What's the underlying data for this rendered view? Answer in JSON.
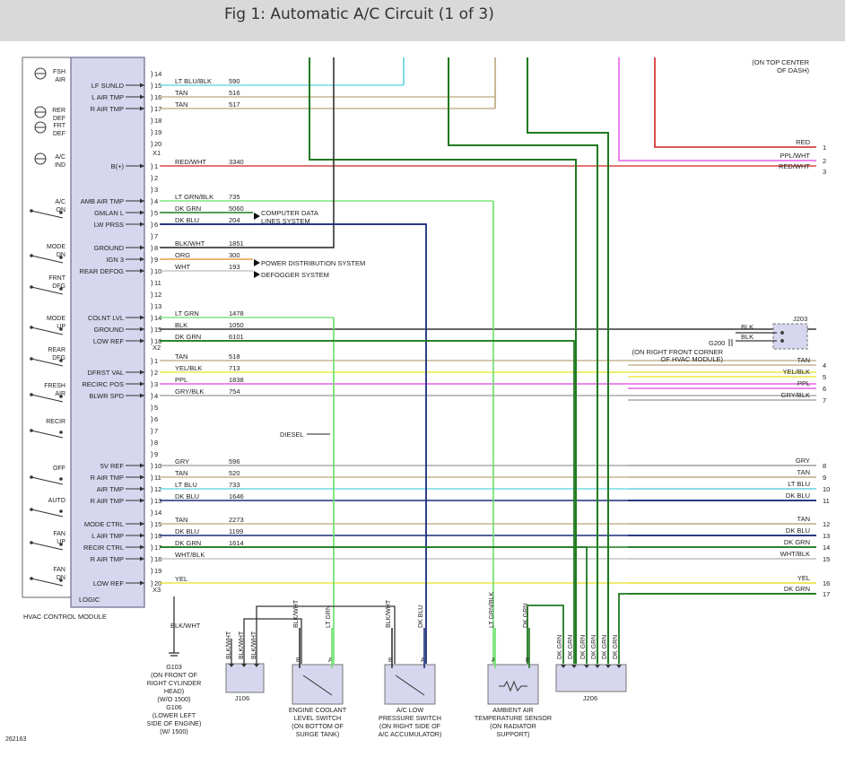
{
  "header": {
    "title": "Fig 1: Automatic A/C Circuit (1 of 3)"
  },
  "module": {
    "name": "HVAC CONTROL MODULE",
    "logic": "LOGIC",
    "connectors": [
      "X1",
      "X2",
      "X3"
    ],
    "switches": [
      {
        "top": "FSH",
        "bottom": "AIR"
      },
      {
        "top": "RER",
        "bottom": "DEF"
      },
      {
        "top": "FRT",
        "bottom": "DEF"
      },
      {
        "top": "A/C",
        "bottom": "IND"
      },
      {
        "top": "A/C",
        "bottom": "ON"
      },
      {
        "top": "MODE",
        "bottom": "DN"
      },
      {
        "top": "FRNT",
        "bottom": "DFG"
      },
      {
        "top": "MODE",
        "bottom": "UP"
      },
      {
        "top": "REAR",
        "bottom": "DFG"
      },
      {
        "top": "FRESH",
        "bottom": "AIR"
      },
      {
        "top": "RECIR",
        "bottom": ""
      },
      {
        "top": "OFF",
        "bottom": ""
      },
      {
        "top": "AUTO",
        "bottom": ""
      },
      {
        "top": "FAN",
        "bottom": "UP"
      },
      {
        "top": "FAN",
        "bottom": "DN"
      }
    ]
  },
  "pins": [
    {
      "num": "14",
      "label": "",
      "color_name": "",
      "circuit": ""
    },
    {
      "num": "15",
      "label": "LF SUNLD",
      "color_name": "LT BLU/BLK",
      "circuit": "590"
    },
    {
      "num": "16",
      "label": "L AIR TMP",
      "color_name": "TAN",
      "circuit": "516"
    },
    {
      "num": "17",
      "label": "R AIR TMP",
      "color_name": "TAN",
      "circuit": "517"
    },
    {
      "num": "18",
      "label": "",
      "color_name": "",
      "circuit": ""
    },
    {
      "num": "19",
      "label": "",
      "color_name": "",
      "circuit": ""
    },
    {
      "num": "20",
      "label": "",
      "color_name": "",
      "circuit": ""
    },
    {
      "num": "1",
      "label": "B(+)",
      "color_name": "RED/WHT",
      "circuit": "3340"
    },
    {
      "num": "2",
      "label": "",
      "color_name": "",
      "circuit": ""
    },
    {
      "num": "3",
      "label": "",
      "color_name": "",
      "circuit": ""
    },
    {
      "num": "4",
      "label": "AMB AIR TMP",
      "color_name": "LT GRN/BLK",
      "circuit": "735"
    },
    {
      "num": "5",
      "label": "GMLAN L",
      "color_name": "DK GRN",
      "circuit": "5060"
    },
    {
      "num": "6",
      "label": "LW PRSS",
      "color_name": "DK BLU",
      "circuit": "204"
    },
    {
      "num": "7",
      "label": "",
      "color_name": "",
      "circuit": ""
    },
    {
      "num": "8",
      "label": "GROUND",
      "color_name": "BLK/WHT",
      "circuit": "1851"
    },
    {
      "num": "9",
      "label": "IGN 3",
      "color_name": "ORG",
      "circuit": "300"
    },
    {
      "num": "10",
      "label": "REAR DEFOG",
      "color_name": "WHT",
      "circuit": "193"
    },
    {
      "num": "11",
      "label": "",
      "color_name": "",
      "circuit": ""
    },
    {
      "num": "12",
      "label": "",
      "color_name": "",
      "circuit": ""
    },
    {
      "num": "13",
      "label": "",
      "color_name": "",
      "circuit": ""
    },
    {
      "num": "14",
      "label": "COLNT LVL",
      "color_name": "LT GRN",
      "circuit": "1478"
    },
    {
      "num": "15",
      "label": "GROUND",
      "color_name": "BLK",
      "circuit": "1050"
    },
    {
      "num": "16",
      "label": "LOW REF",
      "color_name": "DK GRN",
      "circuit": "6101"
    },
    {
      "num": "1",
      "label": "",
      "color_name": "TAN",
      "circuit": "518"
    },
    {
      "num": "2",
      "label": "DFRST VAL",
      "color_name": "YEL/BLK",
      "circuit": "713"
    },
    {
      "num": "3",
      "label": "RECIRC POS",
      "color_name": "PPL",
      "circuit": "1838"
    },
    {
      "num": "4",
      "label": "BLWR SPD",
      "color_name": "GRY/BLK",
      "circuit": "754"
    },
    {
      "num": "5",
      "label": "",
      "color_name": "",
      "circuit": ""
    },
    {
      "num": "6",
      "label": "",
      "color_name": "",
      "circuit": ""
    },
    {
      "num": "7",
      "label": "",
      "color_name": "",
      "circuit": ""
    },
    {
      "num": "8",
      "label": "",
      "color_name": "",
      "circuit": ""
    },
    {
      "num": "9",
      "label": "",
      "color_name": "",
      "circuit": ""
    },
    {
      "num": "10",
      "label": "5V REF",
      "color_name": "GRY",
      "circuit": "596"
    },
    {
      "num": "11",
      "label": "R AIR TMP",
      "color_name": "TAN",
      "circuit": "520"
    },
    {
      "num": "12",
      "label": "AIR TMP",
      "color_name": "LT BLU",
      "circuit": "733"
    },
    {
      "num": "13",
      "label": "R AIR TMP",
      "color_name": "DK BLU",
      "circuit": "1646"
    },
    {
      "num": "14",
      "label": "",
      "color_name": "",
      "circuit": ""
    },
    {
      "num": "15",
      "label": "MODE CTRL",
      "color_name": "TAN",
      "circuit": "2273"
    },
    {
      "num": "16",
      "label": "L AIR TMP",
      "color_name": "DK BLU",
      "circuit": "1199"
    },
    {
      "num": "17",
      "label": "RECIR CTRL",
      "color_name": "DK GRN",
      "circuit": "1614"
    },
    {
      "num": "18",
      "label": "R AIR TMP",
      "color_name": "WHT/BLK",
      "circuit": ""
    },
    {
      "num": "19",
      "label": "",
      "color_name": "",
      "circuit": ""
    },
    {
      "num": "20",
      "label": "LOW REF",
      "color_name": "YEL",
      "circuit": ""
    }
  ],
  "right_terminals": [
    {
      "color_name": "RED",
      "num": "1"
    },
    {
      "color_name": "PPL/WHT",
      "num": "2"
    },
    {
      "color_name": "RED/WHT",
      "num": "3"
    },
    {
      "color_name": "TAN",
      "num": "4"
    },
    {
      "color_name": "YEL/BLK",
      "num": "5"
    },
    {
      "color_name": "PPL",
      "num": "6"
    },
    {
      "color_name": "GRY/BLK",
      "num": "7"
    },
    {
      "color_name": "GRY",
      "num": "8"
    },
    {
      "color_name": "TAN",
      "num": "9"
    },
    {
      "color_name": "LT BLU",
      "num": "10"
    },
    {
      "color_name": "DK BLU",
      "num": "11"
    },
    {
      "color_name": "TAN",
      "num": "12"
    },
    {
      "color_name": "DK BLU",
      "num": "13"
    },
    {
      "color_name": "DK GRN",
      "num": "14"
    },
    {
      "color_name": "WHT/BLK",
      "num": "15"
    },
    {
      "color_name": "YEL",
      "num": "16"
    },
    {
      "color_name": "DK GRN",
      "num": "17"
    }
  ],
  "annotations": {
    "computer_data": [
      "COMPUTER DATA",
      "LINES SYSTEM"
    ],
    "power_distribution": "POWER DISTRIBUTION SYSTEM",
    "defogger": "DEFOGGER SYSTEM",
    "diesel": "DIESEL",
    "top_right": [
      "(ON TOP CENTER",
      "OF DASH)"
    ],
    "j203": "J203",
    "j203_blk_1": "BLK",
    "j203_blk_2": "BLK",
    "g200": "G200",
    "g200_loc": [
      "(ON RIGHT FRONT CORNER",
      "OF HVAC MODULE)"
    ],
    "figure_id": "262163"
  },
  "bottom": {
    "ground_wire": "BLK/WHT",
    "g103": [
      "G103",
      "(ON FRONT OF",
      "RIGHT CYLINDER",
      "HEAD)",
      "(W/O 1500)",
      "G106",
      "(LOWER LEFT",
      "SIDE OF ENGINE)",
      "(W/ 1500)"
    ],
    "j106": {
      "name": "J106",
      "wires": [
        "BLK/WHT",
        "BLK/WHT",
        "BLK/WHT"
      ]
    },
    "coolant": {
      "wires": [
        "BLK/WHT",
        "LT GRN"
      ],
      "pins": [
        "B",
        "A"
      ],
      "label": [
        "ENGINE COOLANT",
        "LEVEL SWITCH",
        "(ON BOTTOM OF",
        "SURGE TANK)"
      ]
    },
    "ac_low": {
      "wires": [
        "BLK/WHT",
        "DK BLU"
      ],
      "pins": [
        "B",
        "A"
      ],
      "label": [
        "A/C LOW",
        "PRESSURE SWITCH",
        "(ON RIGHT SIDE OF",
        "A/C ACCUMULATOR)"
      ]
    },
    "ambient": {
      "wires": [
        "LT GRN/BLK",
        "DK GRN"
      ],
      "pins": [
        "A",
        "B"
      ],
      "label": [
        "AMBIENT AIR",
        "TEMPERATURE SENSOR",
        "(ON RADIATOR",
        "SUPPORT)"
      ]
    },
    "j206": {
      "name": "J206",
      "wires": [
        "DK GRN",
        "DK GRN",
        "DK GRN",
        "DK GRN",
        "DK GRN",
        "DK GRN"
      ]
    }
  },
  "colors": {
    "module_fill": "#d6d6ee",
    "module_stroke": "#6a6a90",
    "lt_blu": "#5ad0e0",
    "tan": "#b9a77a",
    "red": "#d02020",
    "ppl": "#e040e0",
    "lt_grn": "#66e066",
    "dk_grn": "#1f7a1f",
    "dk_blu": "#1a2e7a",
    "blk": "#333333",
    "org": "#e08a20",
    "yel": "#e8e020",
    "gry": "#999999",
    "wht": "#bbbbbb"
  }
}
